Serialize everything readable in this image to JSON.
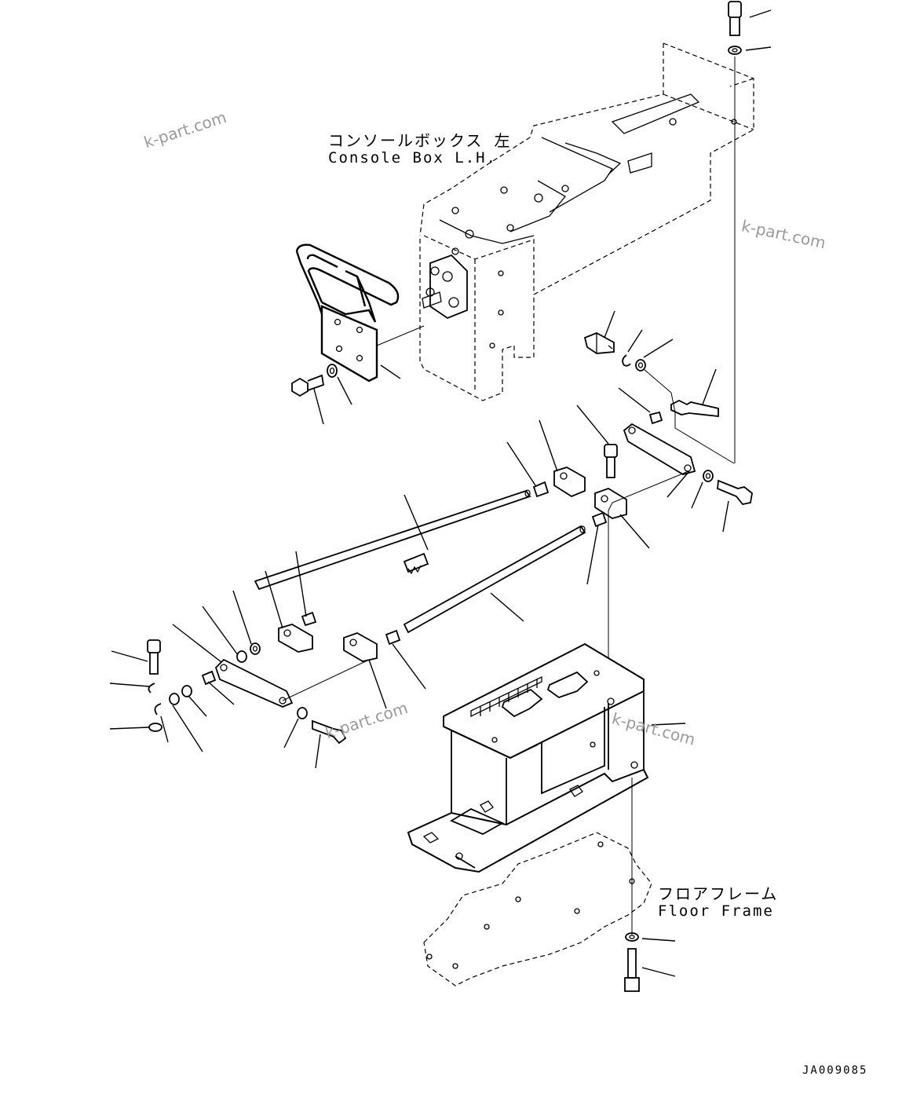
{
  "labels": {
    "console_box_jp": "コンソールボックス 左",
    "console_box_en": "Console Box L.H.",
    "floor_frame_jp": "フロアフレーム",
    "floor_frame_en": "Floor Frame"
  },
  "watermark": "k-part.com",
  "drawing_id": "JA009085"
}
